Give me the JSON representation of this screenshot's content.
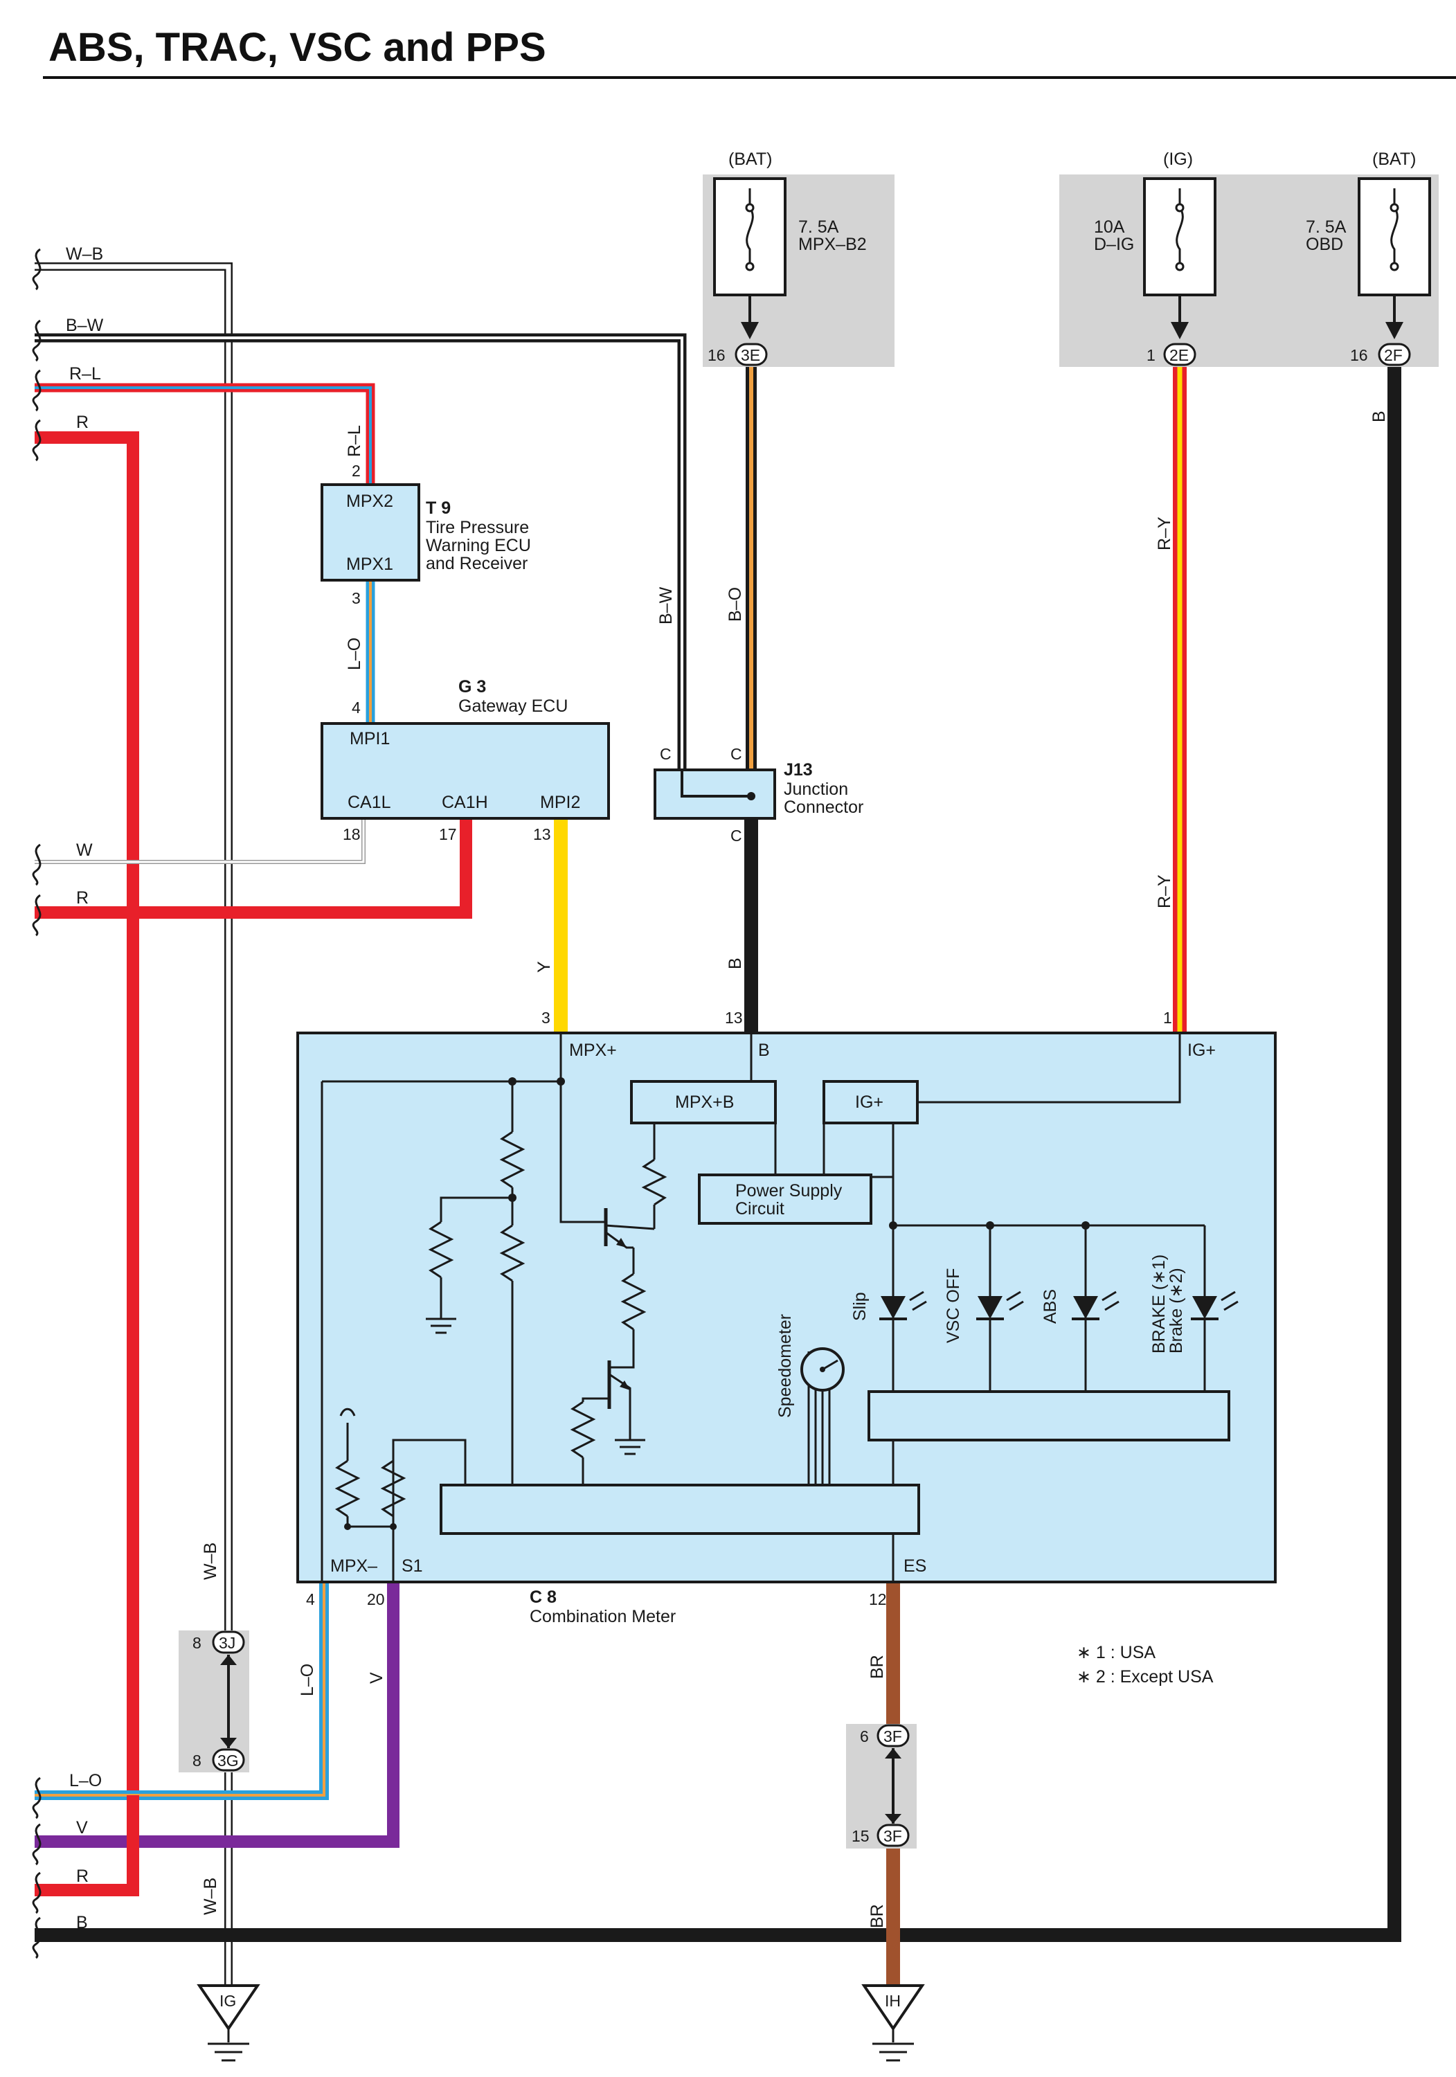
{
  "title": "ABS, TRAC, VSC and PPS",
  "left_wires": [
    "W–B",
    "B–W",
    "R–L",
    "R",
    "W",
    "R",
    "L–O",
    "V",
    "R",
    "B"
  ],
  "fuses": {
    "bat1": {
      "source": "(BAT)",
      "rating": "7. 5A",
      "name": "MPX–B2",
      "pin": "16",
      "conn": "3E"
    },
    "ig": {
      "source": "(IG)",
      "rating": "10A",
      "name": "D–IG",
      "pin": "1",
      "conn": "2E"
    },
    "bat2": {
      "source": "(BAT)",
      "rating": "7. 5A",
      "name": "OBD",
      "pin": "16",
      "conn": "2F"
    }
  },
  "wire_labels": {
    "rl": "R–L",
    "lo": "L–O",
    "bw": "B–W",
    "bo": "B–O",
    "ry1": "R–Y",
    "ry2": "R–Y",
    "b_right": "B",
    "y": "Y",
    "b_mid": "B",
    "wb1": "W–B",
    "wb2": "W–B",
    "lo2": "L–O",
    "v": "V",
    "br1": "BR",
    "br2": "BR"
  },
  "t9": {
    "code": "T 9",
    "name_lines": [
      "Tire Pressure",
      "Warning ECU",
      "and Receiver"
    ],
    "mpx2": "MPX2",
    "mpx1": "MPX1",
    "pin_top": "2",
    "pin_bottom": "3"
  },
  "g3": {
    "code": "G 3",
    "name": "Gateway ECU",
    "mpi1": "MPI1",
    "ca1l": "CA1L",
    "ca1h": "CA1H",
    "mpi2": "MPI2",
    "pin_mpi1": "4",
    "pin_ca1l": "18",
    "pin_ca1h": "17",
    "pin_mpi2": "13"
  },
  "j13": {
    "code": "J13",
    "name_lines": [
      "Junction",
      "Connector"
    ],
    "c1": "C",
    "c2": "C",
    "c3": "C"
  },
  "c8": {
    "code": "C 8",
    "name": "Combination Meter",
    "mpx_plus": "MPX+",
    "b": "B",
    "ig_plus": "IG+",
    "mpx_plus_b": "MPX+B",
    "ig_plus_box": "IG+",
    "power_supply": [
      "Power Supply",
      "Circuit"
    ],
    "mpx_minus": "MPX–",
    "s1": "S1",
    "es": "ES",
    "pin_mpx_plus": "3",
    "pin_b": "13",
    "pin_ig_plus": "1",
    "pin_mpx_minus": "4",
    "pin_s1": "20",
    "pin_es": "12",
    "indicators": [
      "Slip",
      "VSC OFF",
      "ABS",
      "BRAKE (∗1)",
      "Brake (∗2)"
    ],
    "speedometer": "Speedometer"
  },
  "junctions": {
    "j3j": {
      "pin": "8",
      "conn": "3J"
    },
    "j3g": {
      "pin": "8",
      "conn": "3G"
    },
    "j3f_top": {
      "pin": "6",
      "conn": "3F"
    },
    "j3f_bot": {
      "pin": "15",
      "conn": "3F"
    }
  },
  "grounds": {
    "ig": "IG",
    "ih": "IH"
  },
  "notes": [
    "∗ 1 : USA",
    "∗ 2 : Except USA"
  ],
  "colors": {
    "red": "#e8202a",
    "black": "#1a1a1a",
    "yellow": "#ffd800",
    "brown": "#a0522d",
    "purple": "#7a2a9a",
    "blue": "#2aa0dc",
    "orange": "#f0a040",
    "ecu_fill": "#c8e8f8",
    "fuse_bg": "#d4d4d4"
  }
}
